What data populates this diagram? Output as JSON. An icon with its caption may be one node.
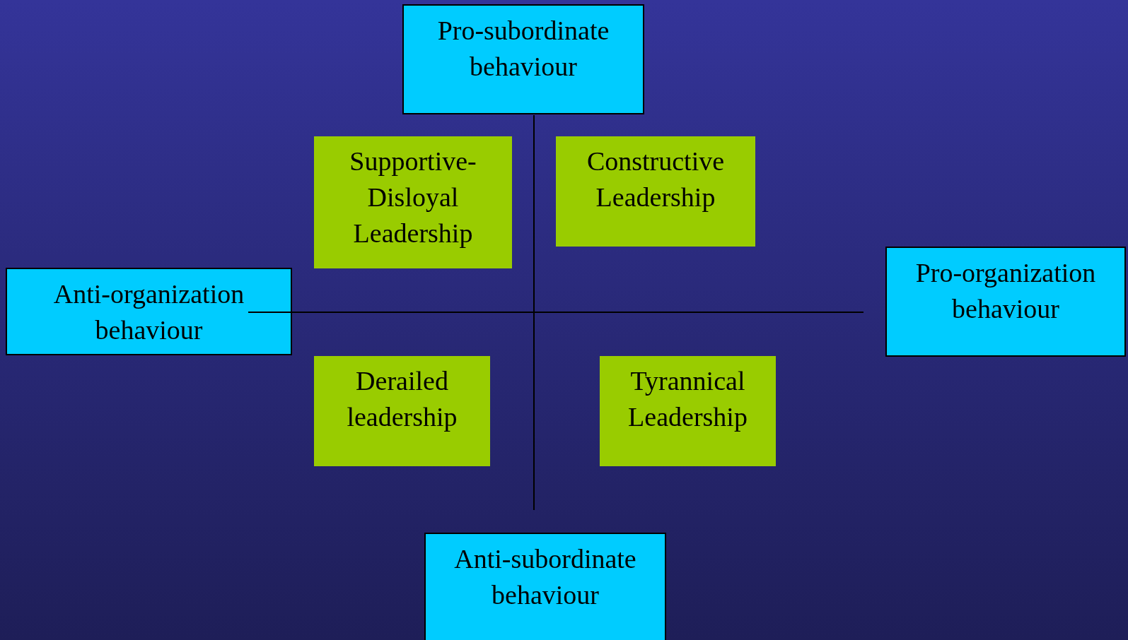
{
  "diagram": {
    "nodes": [
      {
        "text": [
          "Pro-subordinate behaviour"
        ]
      },
      {
        "text": [
          "Supportive-Disloyal Leadership"
        ]
      },
      {
        "text": [
          "Constructive Leadership"
        ]
      },
      {
        "text": [
          "Anti-organization behaviour"
        ]
      },
      {
        "text": [
          "Pro-organization behaviour"
        ]
      },
      {
        "text": [
          "Derailed leadership"
        ]
      },
      {
        "text": [
          "Tyrannical Leadership"
        ]
      },
      {
        "text": [
          "Anti-subordinate behaviour"
        ]
      }
    ]
  }
}
